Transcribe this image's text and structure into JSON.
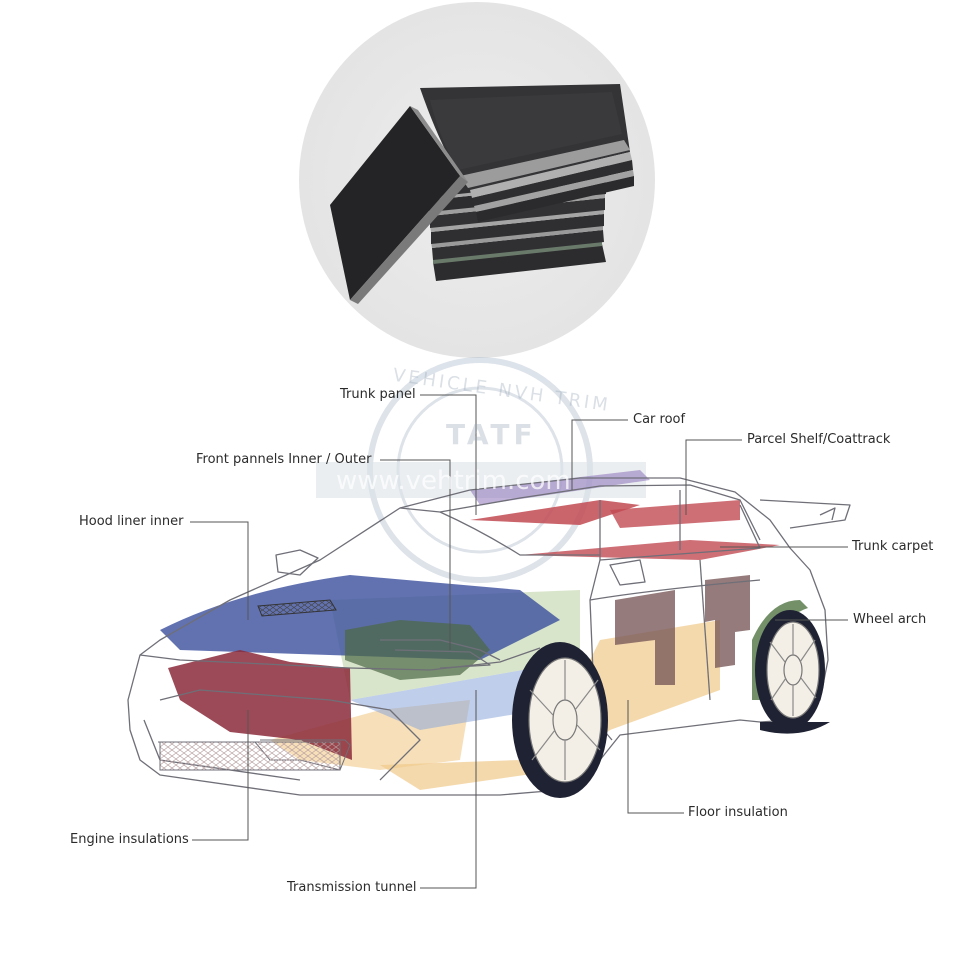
{
  "labels": {
    "trunk_panel": "Trunk panel",
    "car_roof": "Car roof",
    "parcel_shelf": "Parcel Shelf/Coattrack",
    "front_panels": "Front pannels Inner / Outer",
    "hood_liner": "Hood liner inner",
    "trunk_carpet": "Trunk carpet",
    "wheel_arch": "Wheel arch",
    "floor_insulation": "Floor insulation",
    "engine_insulations": "Engine insulations",
    "transmission_tunnel": "Transmission tunnel"
  },
  "watermark": {
    "arc_text": "VEHICLE NVH TRIM",
    "logo_text": "TATF",
    "url_text": "www.vehtrim.com"
  },
  "colors": {
    "hood": "#3b4f9e",
    "engine": "#8b2a3a",
    "roof": "#c24a52",
    "floor": "#f0c98a",
    "wheel_arch": "#5a7d4f",
    "panel": "#7a5a5a",
    "felt": "#2e2e30",
    "leader": "#555555"
  }
}
